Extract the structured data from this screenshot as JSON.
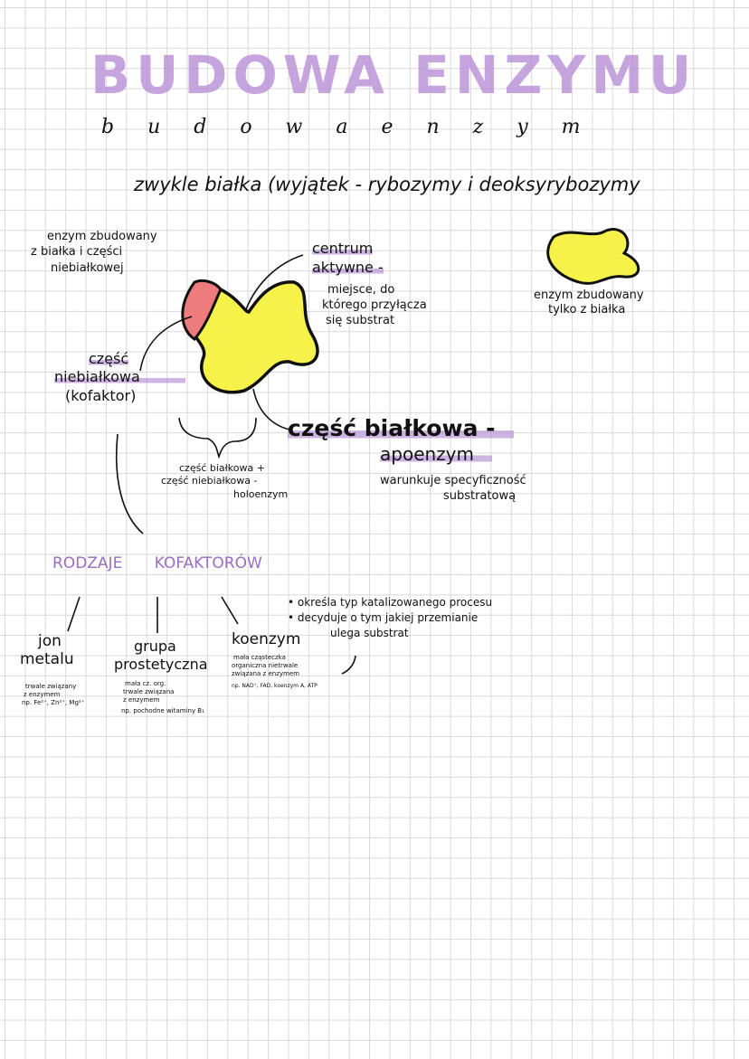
{
  "title": {
    "big": "BUDOWA ENZYMU",
    "small": "b u d o w a   e n z y m"
  },
  "subtitle": "zwykle białka (wyjątek - rybozymy i deoksyrybozymy",
  "left_note": [
    "enzym zbudowany",
    "z białka i części",
    "niebiałkowej"
  ],
  "active_site": {
    "title": [
      "centrum",
      "aktywne -"
    ],
    "desc": [
      "miejsce, do",
      "którego przyłącza",
      "się substrat"
    ]
  },
  "protein_only": [
    "enzym zbudowany",
    "tylko z białka"
  ],
  "cofactor_part": [
    "część",
    "niebiałkowa",
    "(kofaktor)"
  ],
  "protein_part": {
    "title": "część białkowa -",
    "name": "apoenzym",
    "desc": [
      "warunkuje specyficzność",
      "substratową"
    ]
  },
  "holoenzyme": [
    "część białkowa +",
    "część niebiałkowa -",
    "holoenzym"
  ],
  "cofactor_types": {
    "heading": "RODZAJE KOFAKTORÓW",
    "items": [
      {
        "name": [
          "jon",
          "metalu"
        ],
        "desc": [
          "trwale związany",
          "z enzymem",
          "np. Fe²⁺, Zn²⁺, Mg²⁺"
        ]
      },
      {
        "name": [
          "grupa",
          "prostetyczna"
        ],
        "desc": [
          "mała cz. org.",
          "trwale związana",
          "z enzymem",
          "np. pochodne witaminy B₁"
        ]
      },
      {
        "name": [
          "koenzym"
        ],
        "desc": [
          "mała cząsteczka",
          "organiczna nietrwale",
          "związana z enzymem",
          "np. NAD⁺, FAD, koenzym A, ATP"
        ]
      }
    ],
    "coenzyme_roles": [
      "• określa typ katalizowanego procesu",
      "• decyduje o tym jakiej przemianie",
      "ulega substrat"
    ]
  },
  "colors": {
    "highlight": "#b88fd6",
    "heading": "#9b6cc4",
    "enzyme": "#f7f24a",
    "cofactor": "#ee7c7c"
  }
}
